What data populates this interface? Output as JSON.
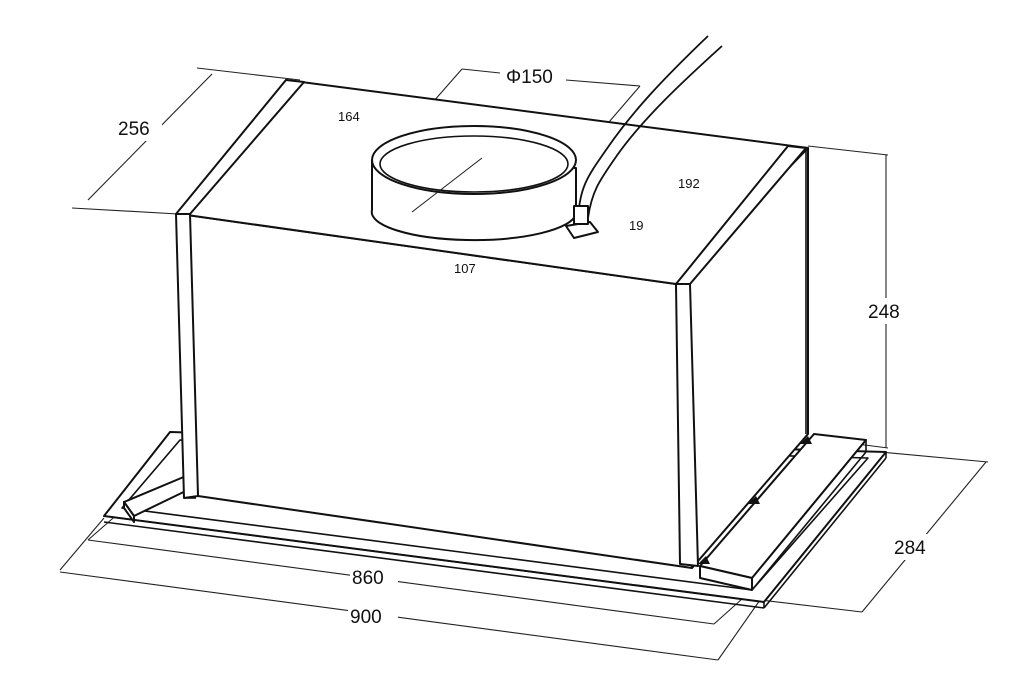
{
  "dimensions": {
    "depth_top": "256",
    "cutout_dist": "164",
    "duct_diameter": "Φ150",
    "connector_dist": "192",
    "connector_height": "19",
    "duct_offset": "107",
    "height": "248",
    "base_depth": "284",
    "inner_width": "860",
    "overall_width": "900"
  }
}
